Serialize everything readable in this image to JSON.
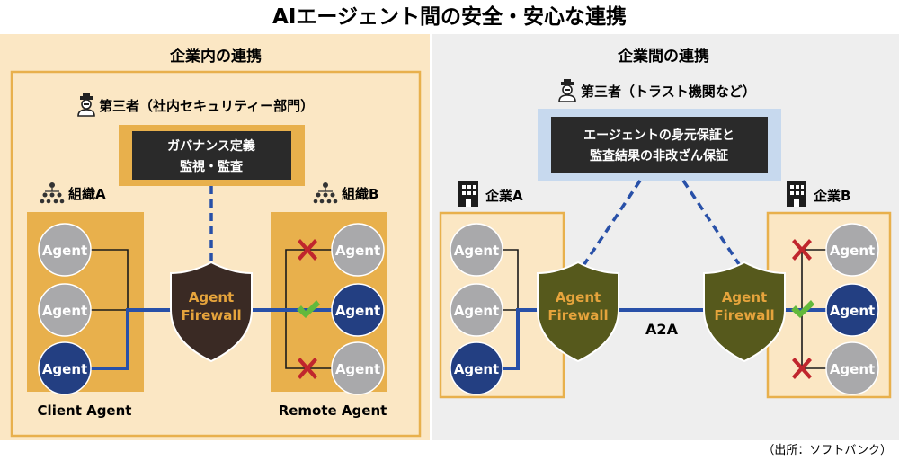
{
  "title": "AIエージェント間の安全・安心な連携",
  "source": "（出所：ソフトバンク）",
  "left_panel": {
    "heading": "企業内の連携",
    "third_party": "第三者（社内セキュリティー部門）",
    "governance_line1": "ガバナンス定義",
    "governance_line2": "監視・監査",
    "org_a": "組織A",
    "org_b": "組織B",
    "client_caption": "Client Agent",
    "remote_caption": "Remote Agent",
    "firewall_line1": "Agent",
    "firewall_line2": "Firewall",
    "agent_label": "Agent"
  },
  "right_panel": {
    "heading": "企業間の連携",
    "third_party": "第三者（トラスト機関など）",
    "cert_line1": "エージェントの身元保証と",
    "cert_line2": "監査結果の非改ざん保証",
    "company_a": "企業A",
    "company_b": "企業B",
    "link_label": "A2A",
    "firewall_line1": "Agent",
    "firewall_line2": "Firewall",
    "agent_label": "Agent"
  },
  "colors": {
    "left_bg": "#fbe7c4",
    "right_bg": "#eeeeee",
    "org_box": "#e8b04c",
    "agent_gray": "#a9a9ab",
    "agent_blue": "#233f82",
    "firewall_dark": "#3a2a24",
    "firewall_olive": "#56591c",
    "firewall_text": "#e6a43c",
    "link_blue": "#2850a8",
    "deny_red": "#c0262d",
    "allow_green": "#62b93c"
  }
}
